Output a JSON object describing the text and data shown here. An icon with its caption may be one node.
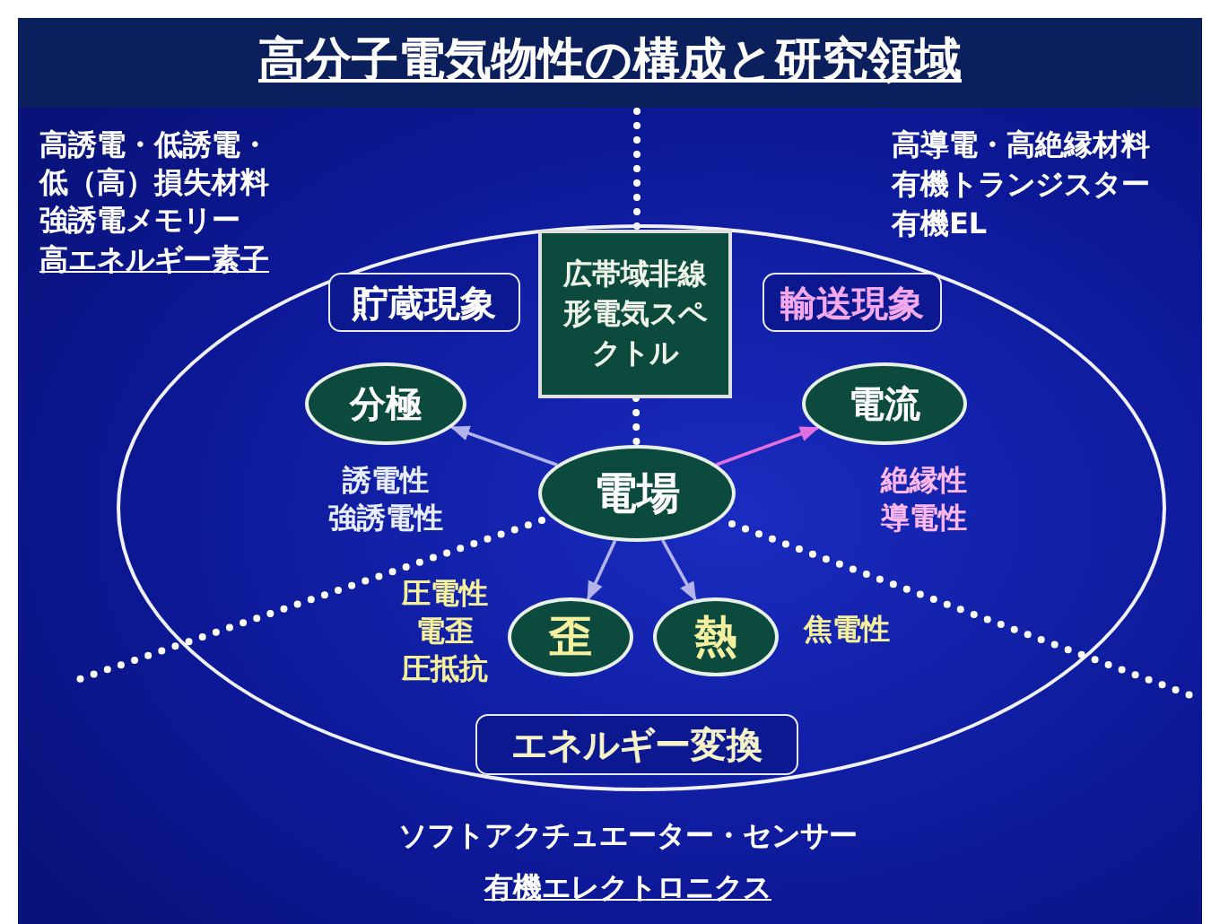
{
  "diagram": {
    "title": "高分子電気物性の構成と研究領域",
    "nodes": [
      {
        "text": [],
        "shape": "circle"
      },
      {
        "text": [
          "貯蔵現象"
        ],
        "in": 0
      },
      {
        "text": [
          "広帯域非線形電気スペクトル"
        ],
        "in": 0
      },
      {
        "text": [
          "輸送現象"
        ],
        "in": 0
      },
      {
        "text": [
          "分極"
        ],
        "in": 0,
        "beside": [
          "誘電性",
          "強誘電性"
        ]
      },
      {
        "text": [
          "電流"
        ],
        "in": 0,
        "beside": [
          "絶縁性",
          "導電性"
        ]
      },
      {
        "text": [
          "電場"
        ],
        "in": 0
      },
      {
        "text": [
          "歪"
        ],
        "in": 0,
        "beside": [
          "圧電性",
          "電歪",
          "圧抵抗"
        ]
      },
      {
        "text": [
          "熱"
        ],
        "in": 0,
        "beside": [
          "焦電性"
        ]
      },
      {
        "text": [
          "エネルギー変換"
        ],
        "in": 0
      }
    ],
    "edges": [
      {
        "from": 6,
        "to": 4,
        "arrow": "to"
      },
      {
        "from": 6,
        "to": 5,
        "arrow": "to",
        "color": "#e070e0"
      },
      {
        "from": 6,
        "to": 7,
        "arrow": "to"
      },
      {
        "from": 6,
        "to": 8,
        "arrow": "to"
      },
      {
        "from": 2,
        "to": 6,
        "arrow": "none",
        "style": "dashed",
        "color": "#ffffff"
      }
    ],
    "labels": [
      "高誘電・低誘電・低（高）損失材料",
      "強誘電メモリー",
      "高エネルギー素子",
      "高導電・高絶縁材料",
      "有機トランジスター",
      "有機EL",
      "ソフトアクチュエーター・センサー",
      "有機エレクトロニクス"
    ]
  }
}
